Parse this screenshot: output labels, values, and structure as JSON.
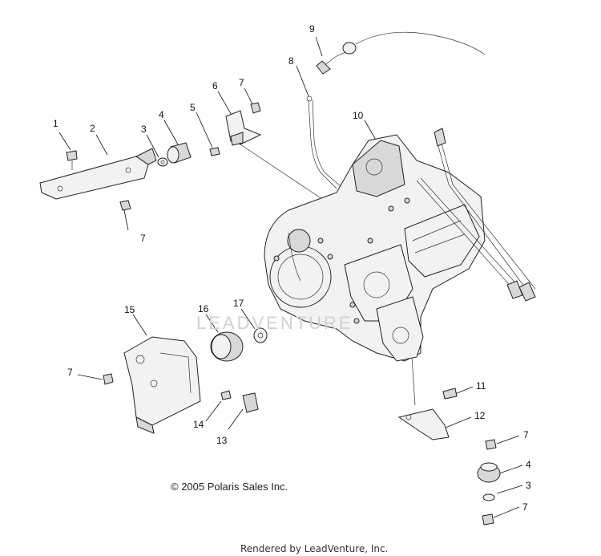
{
  "diagram": {
    "callouts": [
      {
        "id": "c1",
        "label": "1"
      },
      {
        "id": "c2",
        "label": "2"
      },
      {
        "id": "c3a",
        "label": "3"
      },
      {
        "id": "c4a",
        "label": "4"
      },
      {
        "id": "c5",
        "label": "5"
      },
      {
        "id": "c6",
        "label": "6"
      },
      {
        "id": "c7a",
        "label": "7"
      },
      {
        "id": "c7b",
        "label": "7"
      },
      {
        "id": "c8",
        "label": "8"
      },
      {
        "id": "c9",
        "label": "9"
      },
      {
        "id": "c10",
        "label": "10"
      },
      {
        "id": "c15",
        "label": "15"
      },
      {
        "id": "c16",
        "label": "16"
      },
      {
        "id": "c17",
        "label": "17"
      },
      {
        "id": "c7c",
        "label": "7"
      },
      {
        "id": "c14",
        "label": "14"
      },
      {
        "id": "c13",
        "label": "13"
      },
      {
        "id": "c11",
        "label": "11"
      },
      {
        "id": "c12",
        "label": "12"
      },
      {
        "id": "c7d",
        "label": "7"
      },
      {
        "id": "c4b",
        "label": "4"
      },
      {
        "id": "c3b",
        "label": "3"
      },
      {
        "id": "c7e",
        "label": "7"
      }
    ],
    "copyright": "© 2005 Polaris Sales Inc.",
    "rendered_by": "Rendered by LeadVenture, Inc.",
    "watermark": "LEADVENTURE"
  }
}
